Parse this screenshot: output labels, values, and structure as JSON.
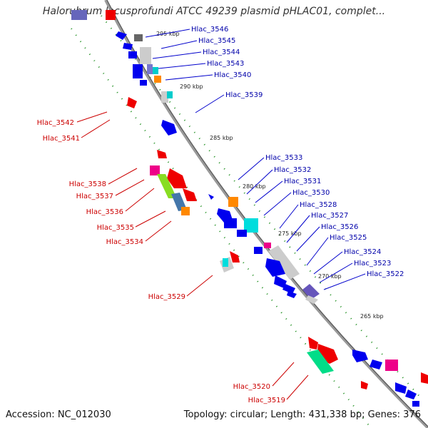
{
  "title": "Halorubrum lacusprofundi ATCC 49239 plasmid pHLAC01, complet...",
  "accession": "Accession: NC_012030",
  "summary": "Topology: circular; Length: 431,338 bp; Genes: 376",
  "colors": {
    "forward_label": "#0000aa",
    "reverse_label": "#cc0000",
    "forward_gene": "#0000ee",
    "reverse_gene": "#ee0000",
    "backbone": "#888888",
    "tick_dot": "#118811"
  },
  "ticks": [
    "295 kbp",
    "290 kbp",
    "285 kbp",
    "280 kbp",
    "275 kbp",
    "270 kbp",
    "265 kbp"
  ],
  "forward_genes": [
    "Hlac_3546",
    "Hlac_3545",
    "Hlac_3544",
    "Hlac_3543",
    "Hlac_3540",
    "Hlac_3539",
    "Hlac_3533",
    "Hlac_3532",
    "Hlac_3531",
    "Hlac_3530",
    "Hlac_3528",
    "Hlac_3527",
    "Hlac_3526",
    "Hlac_3525",
    "Hlac_3524",
    "Hlac_3523",
    "Hlac_3522"
  ],
  "reverse_genes": [
    "Hlac_3542",
    "Hlac_3541",
    "Hlac_3538",
    "Hlac_3537",
    "Hlac_3536",
    "Hlac_3535",
    "Hlac_3534",
    "Hlac_3529",
    "Hlac_3520",
    "Hlac_3519"
  ]
}
